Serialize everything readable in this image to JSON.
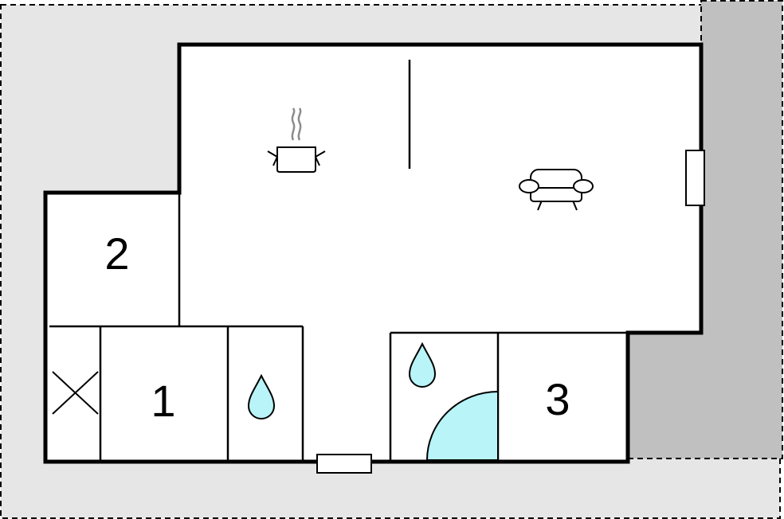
{
  "rooms": [
    {
      "id": "room-1",
      "label": "1"
    },
    {
      "id": "room-2",
      "label": "2"
    },
    {
      "id": "room-3",
      "label": "3"
    }
  ],
  "icons": {
    "kitchen": "cooking-pot-icon",
    "living": "armchair-icon",
    "bath": "water-drop-icon",
    "utility": "cross-icon",
    "shower": "quarter-circle-shower-icon",
    "window": "window-icon",
    "door": "door-icon"
  },
  "colors": {
    "plot": "#e6e6e6",
    "terrace": "#c0c0c0",
    "wall": "#000000",
    "floor": "#ffffff",
    "water": "#b8f4f8",
    "steam": "#8c8c8c"
  }
}
